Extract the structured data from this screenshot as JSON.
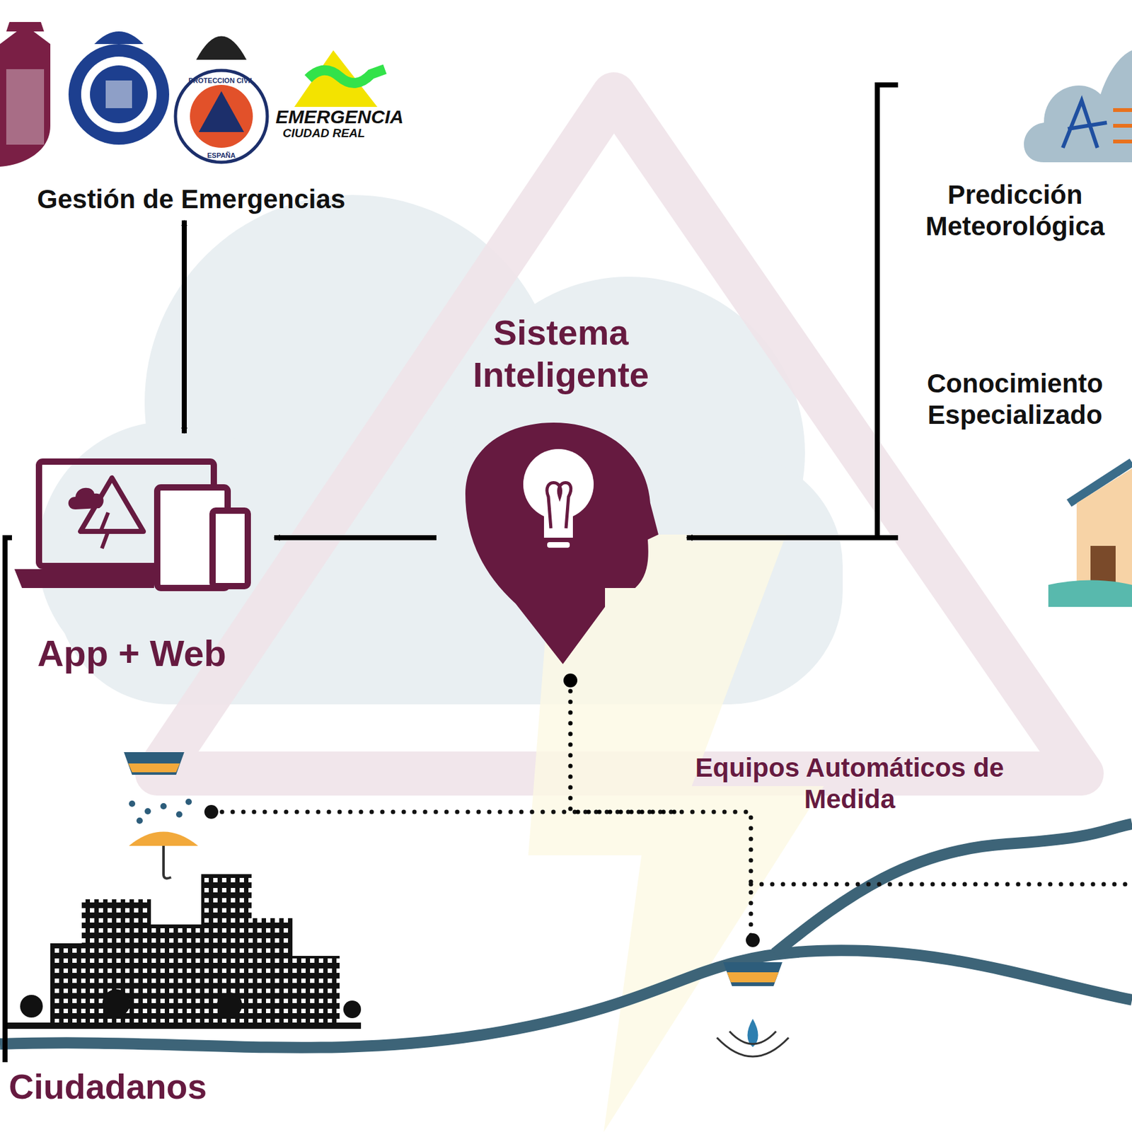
{
  "diagram": {
    "nodes": [
      {
        "text": [
          "Gestión de Emergencias"
        ]
      },
      {
        "text": [
          "App + Web"
        ]
      },
      {
        "text": [
          "Sistema Inteligente"
        ]
      },
      {
        "text": [
          "Predicción Meteorológica"
        ]
      },
      {
        "text": [
          "Conocimiento Especializado"
        ]
      },
      {
        "text": [
          "Equipos Automáticos de Medida"
        ]
      },
      {
        "text": [
          "Ciudadanos"
        ]
      }
    ],
    "edges": [
      {
        "from": 0,
        "to": 1,
        "arrow": "both"
      },
      {
        "from": 2,
        "to": 1,
        "arrow": "to"
      },
      {
        "from": 3,
        "to": 2,
        "arrow": "to"
      },
      {
        "from": 4,
        "to": 2,
        "arrow": "to"
      },
      {
        "from": 2,
        "to": 5,
        "arrow": "none"
      },
      {
        "from": 1,
        "to": 6,
        "arrow": "none"
      }
    ],
    "labels": [
      "PROTECCION CIVIL",
      "ESPAÑA",
      "EMERGENCIA",
      "CIUDAD REAL"
    ]
  }
}
